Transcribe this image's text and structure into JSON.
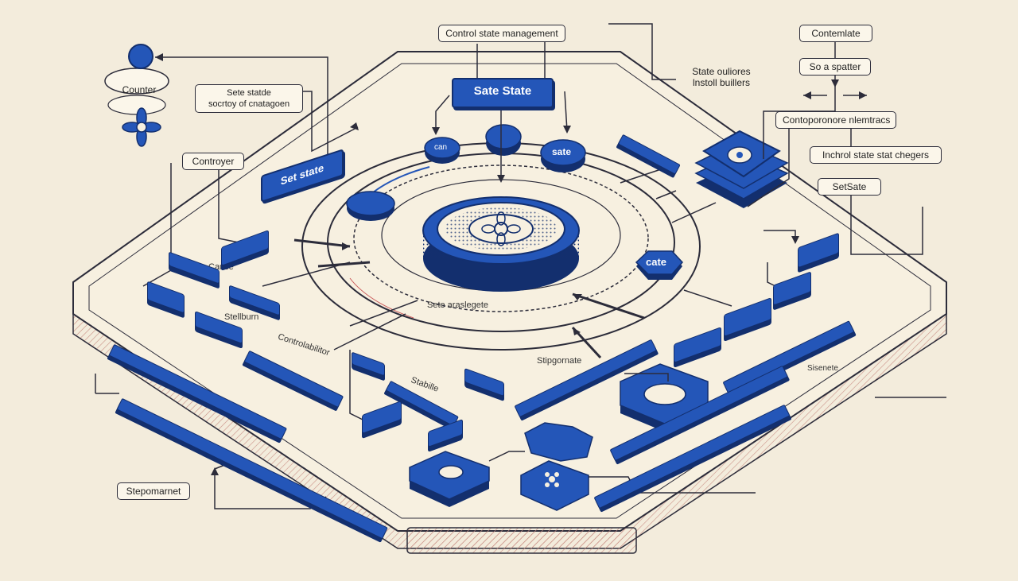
{
  "labels": {
    "control_state_management": "Control state management",
    "sate_state": "Sate State",
    "state_builders": "State ouliores\nlnstoll buillers",
    "contemlate": "Contemlate",
    "so_a_spatter": "So a spatter",
    "contemporary_nemtracs": "Contoporonore nlemtracs",
    "inchrol_state_changers": "Inchrol state stat chegers",
    "setsate": "SetSate",
    "counter": "Counter",
    "sete_stata": "Sete statde\nsocrtoy of cnatagoen",
    "controyer": "Controyer",
    "set_state": "Set state",
    "sate_node": "sate",
    "can_node": "can",
    "calte": "cate",
    "cause": "Cause",
    "stellburn": "Stellburn",
    "controlabilator": "Controlabilitor",
    "sete_arraslegete": "Sete araslegete",
    "stipopnarmet": "Stepomarnet",
    "stippornate": "Stipgornate",
    "stabille": "Stabille",
    "sisenete": "Sisenete"
  },
  "colors": {
    "accent_blue": "#2456b8",
    "dark_blue": "#132f6e",
    "background": "#f3ecdc",
    "platform": "#f7f0e0",
    "rim": "#d9a79a"
  },
  "icons": [
    "flower-emblem-icon",
    "mandala-core-icon",
    "layer-stack-icon",
    "puzzle-piece-icon"
  ]
}
